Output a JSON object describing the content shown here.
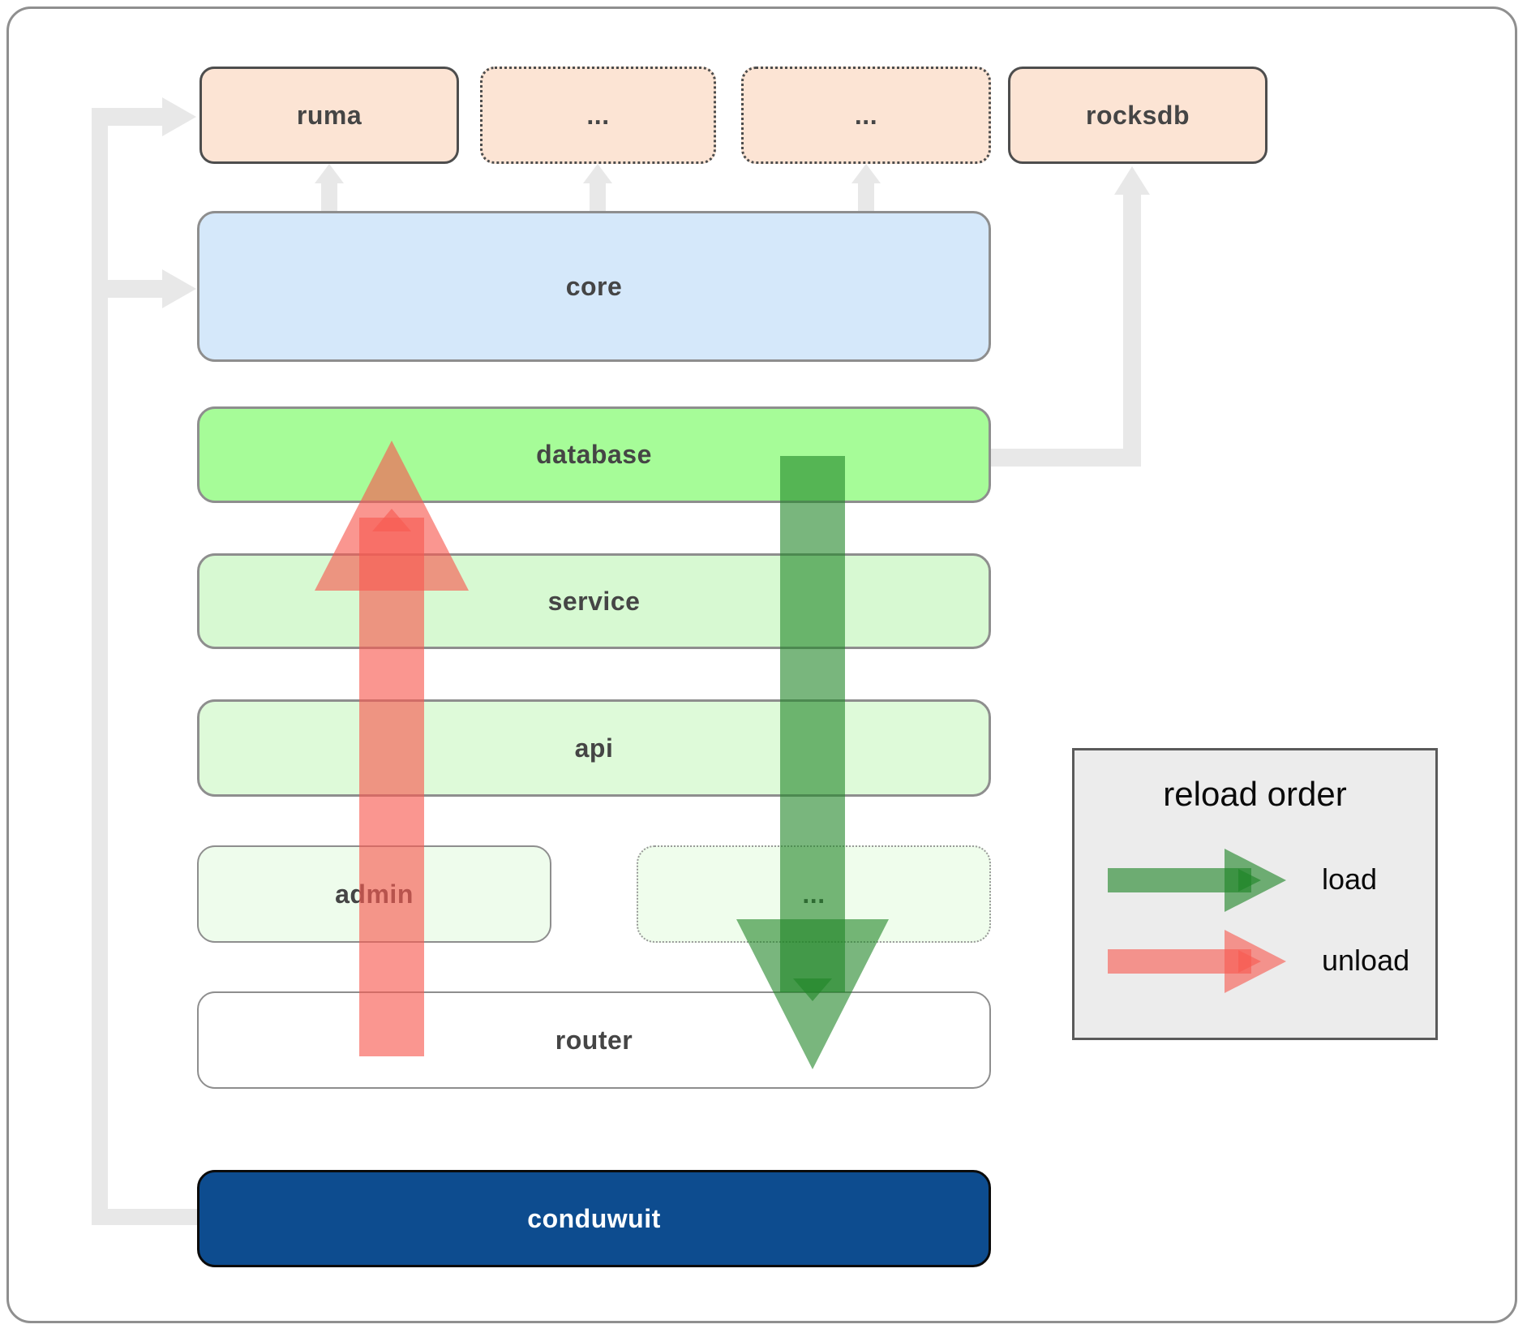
{
  "diagram": {
    "top_row": {
      "ruma": "ruma",
      "ellipsis_left": "...",
      "ellipsis_right": "...",
      "rocksdb": "rocksdb"
    },
    "layers": {
      "core": "core",
      "database": "database",
      "service": "service",
      "api": "api",
      "admin": "admin",
      "admin_ellipsis": "...",
      "router": "router",
      "conduwuit": "conduwuit"
    }
  },
  "legend": {
    "title": "reload order",
    "load_label": "load",
    "unload_label": "unload"
  },
  "colors": {
    "load_arrow_green": "#1f8526",
    "unload_arrow_red": "#f75b51",
    "module_peach": "#fce4d4",
    "core_blue": "#d5e8fa",
    "database_green": "#a6fc98",
    "service_green": "#d7f9d2",
    "api_green": "#defad9",
    "admin_green": "#eefcec",
    "router_white": "#ffffff",
    "conduwuit_navy": "#0d4c8f",
    "connector_gray": "#e8e8e8"
  }
}
